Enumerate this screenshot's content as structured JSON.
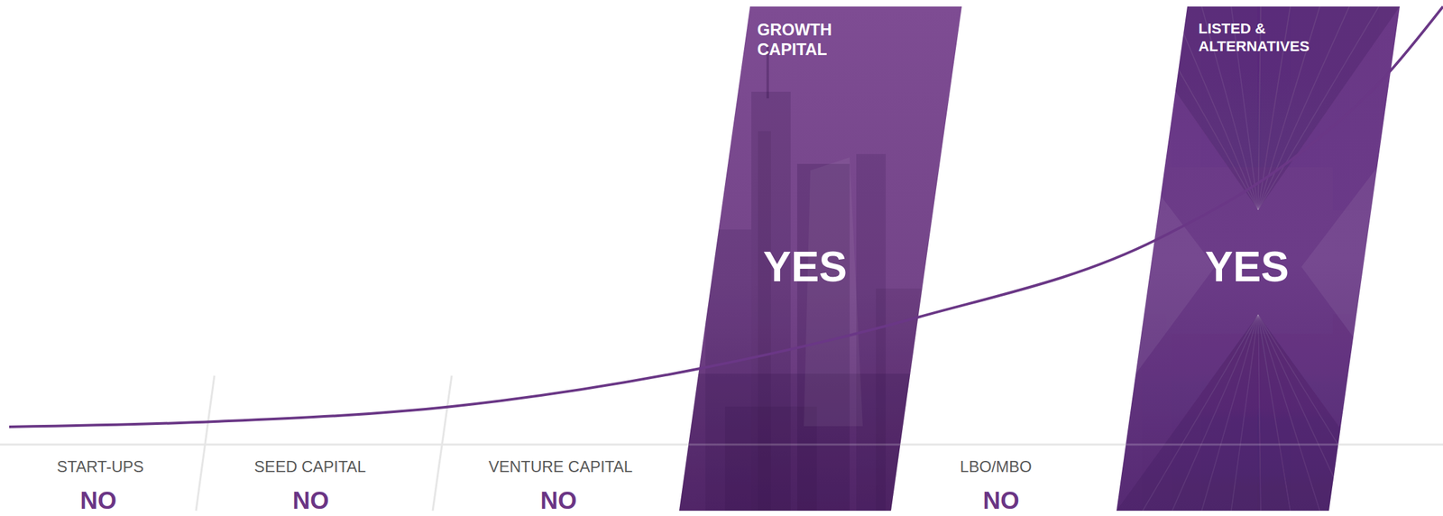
{
  "diagram": {
    "nodes": [
      {
        "text": [
          "GROWTH CAPITAL",
          "YES"
        ]
      },
      {
        "text": [
          "LISTED & ALTERNATIVES",
          "YES"
        ]
      }
    ],
    "labels": [
      "START-UPS",
      "NO",
      "SEED CAPITAL",
      "NO",
      "VENTURE CAPITAL",
      "NO",
      "LBO/MBO",
      "NO"
    ]
  }
}
